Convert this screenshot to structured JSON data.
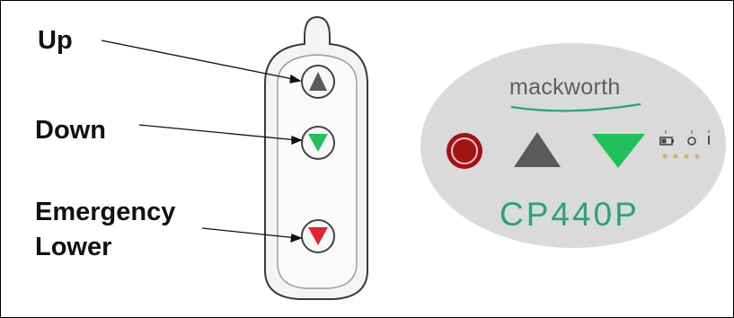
{
  "labels": {
    "up": "Up",
    "down": "Down",
    "emergency": "Emergency",
    "lower": "Lower"
  },
  "panel": {
    "brand": "mackworth",
    "model": "CP440P"
  },
  "colors": {
    "up_arrow": "#5a5a5a",
    "down_arrow": "#22c05a",
    "emergency_arrow": "#e0242c",
    "panel_bg": "#dadada",
    "model_text": "#2aa37a",
    "stop_button": "#a11216"
  },
  "icons": [
    "up-arrow-button-icon",
    "down-arrow-button-icon",
    "emergency-lower-button-icon",
    "stop-button-icon",
    "battery-icon",
    "power-icon"
  ]
}
